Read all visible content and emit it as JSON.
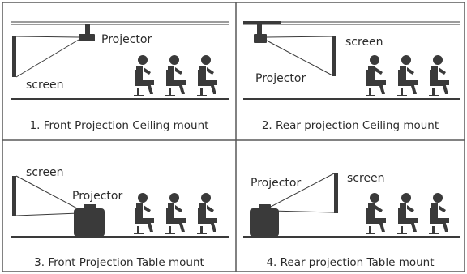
{
  "colors": {
    "ink": "#3a3a3a",
    "border": "#595959",
    "background": "#ffffff"
  },
  "panels": [
    {
      "caption": "1. Front Projection Ceiling mount",
      "projector_label": "Projector",
      "screen_label": "screen",
      "mount": "ceiling",
      "projection": "front"
    },
    {
      "caption": "2. Rear projection Ceiling mount",
      "projector_label": "Projector",
      "screen_label": "screen",
      "mount": "ceiling",
      "projection": "rear"
    },
    {
      "caption": "3. Front Projection Table mount",
      "projector_label": "Projector",
      "screen_label": "screen",
      "mount": "table",
      "projection": "front"
    },
    {
      "caption": "4. Rear projection Table mount",
      "projector_label": "Projector",
      "screen_label": "screen",
      "mount": "table",
      "projection": "rear"
    }
  ],
  "icons": {
    "viewer": "seated-person-icon",
    "projector": "projector-icon",
    "screen": "projection-screen-icon"
  }
}
